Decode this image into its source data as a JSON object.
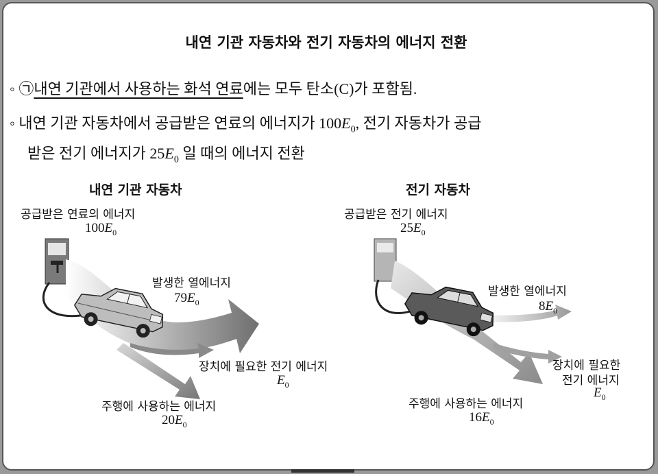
{
  "title": "내연 기관 자동차와 전기 자동차의 에너지 전환",
  "bullet1": {
    "marker": "◦",
    "circle_label": "㉠",
    "underlined": "내연 기관에서 사용하는 화석 연료",
    "rest": "에는 모두 탄소(C)가 포함됨."
  },
  "bullet2": {
    "marker": "◦",
    "part1": "내연 기관 자동차에서 공급받은 연료의 에너지가",
    "value1_coef": "100",
    "part2": ", 전기 자동차가 공급",
    "line2_part1": "받은 전기 에너지가",
    "value2_coef": "25",
    "line2_part2": "일 때의 에너지 전환"
  },
  "energy_symbol": "E",
  "energy_subscript": "0",
  "ice": {
    "heading": "내연 기관 자동차",
    "supplied_label": "공급받은 연료의 에너지",
    "supplied_value": "100",
    "heat_label": "발생한 열에너지",
    "heat_value": "79",
    "device_label": "장치에 필요한 전기 에너지",
    "device_value": "",
    "driving_label": "주행에 사용하는 에너지",
    "driving_value": "20"
  },
  "ev": {
    "heading": "전기 자동차",
    "supplied_label": "공급받은 전기 에너지",
    "supplied_value": "25",
    "heat_label": "발생한 열에너지",
    "heat_value": "8",
    "device_label_line1": "장치에 필요한",
    "device_label_line2": "전기 에너지",
    "device_value": "",
    "driving_label": "주행에 사용하는 에너지",
    "driving_value": "16"
  },
  "energy_flows": {
    "ice": {
      "supplied": 100,
      "heat": 79,
      "device": 1,
      "driving": 20
    },
    "ev": {
      "supplied": 25,
      "heat": 8,
      "device": 1,
      "driving": 16
    }
  }
}
